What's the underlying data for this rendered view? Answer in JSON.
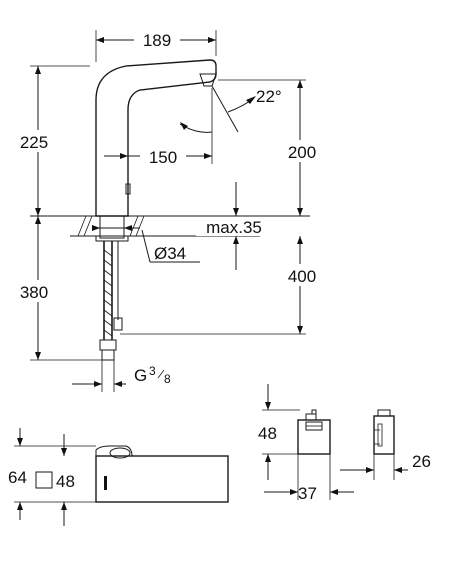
{
  "dimensions": {
    "spout_reach_total": "189",
    "spout_angle": "22°",
    "height_above_deck": "225",
    "spout_height": "200",
    "spout_reach": "150",
    "max_deck_thickness": "max.35",
    "hole_diameter": "Ø34",
    "hose_length_right": "400",
    "hose_length_left": "380",
    "thread_prefix": "G",
    "thread_num": "3",
    "thread_den": "8",
    "base_height": "64",
    "base_square": "48",
    "box_height": "48",
    "box_width": "37",
    "box_depth": "26"
  }
}
